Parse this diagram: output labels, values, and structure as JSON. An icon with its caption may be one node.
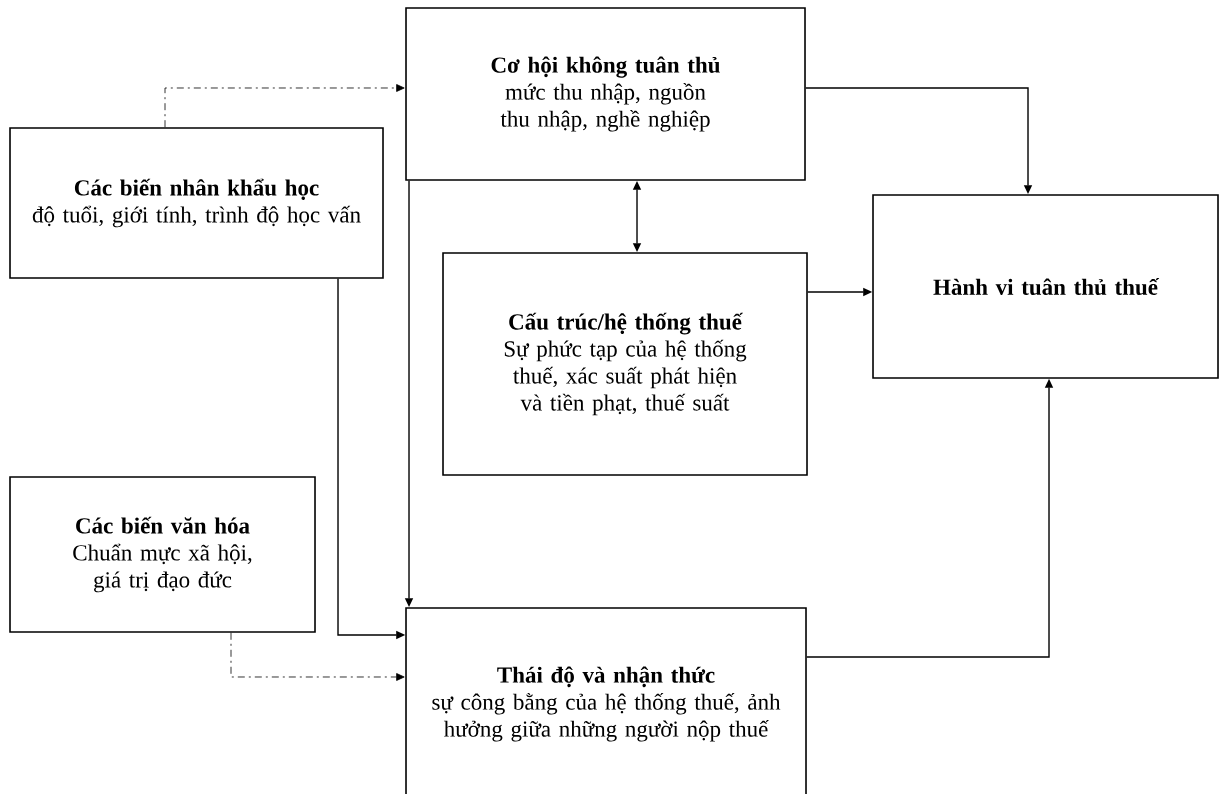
{
  "diagram": {
    "nodes": [
      {
        "text": [
          "Cơ hội không tuân thủ",
          "mức thu nhập, nguồn thu nhập, nghề nghiệp"
        ]
      },
      {
        "text": [
          "Các biến nhân khẩu học",
          "độ tuổi, giới tính, trình độ học vấn"
        ]
      },
      {
        "text": [
          "Cấu trúc/hệ thống thuế",
          "Sự phức tạp của hệ thống thuế, xác suất phát hiện và tiền phạt, thuế suất"
        ]
      },
      {
        "text": [
          "Hành vi tuân thủ thuế"
        ]
      },
      {
        "text": [
          "Các biến văn hóa",
          "Chuẩn mực xã hội, giá trị đạo đức"
        ]
      },
      {
        "text": [
          "Thái độ và nhận thức",
          "sự công bằng của hệ thống thuế, ảnh hưởng giữa những người nộp thuế"
        ]
      }
    ],
    "edges": [
      {
        "from": 1,
        "to": 0,
        "arrow": "to",
        "style": "dashed"
      },
      {
        "from": 0,
        "to": 3,
        "arrow": "to"
      },
      {
        "from": 0,
        "to": 2,
        "arrow": "both"
      },
      {
        "from": 2,
        "to": 3,
        "arrow": "to"
      },
      {
        "from": 0,
        "to": 5,
        "arrow": "to"
      },
      {
        "from": 1,
        "to": 5,
        "arrow": "to"
      },
      {
        "from": 4,
        "to": 5,
        "arrow": "to",
        "style": "dashed"
      },
      {
        "from": 5,
        "to": 3,
        "arrow": "to"
      }
    ]
  }
}
